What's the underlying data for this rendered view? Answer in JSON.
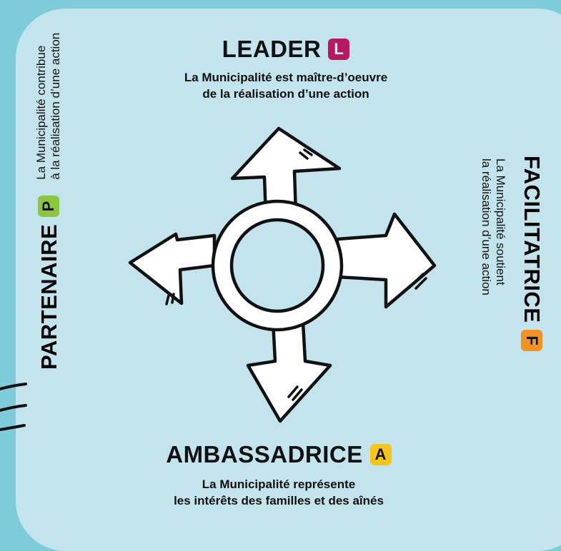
{
  "leader": {
    "title": "LEADER",
    "badge": "L",
    "badge_color": "#b5195f",
    "line1": "La Municipalité est maître-d’oeuvre",
    "line2": "de la réalisation d’une action"
  },
  "ambassadrice": {
    "title": "AMBASSADRICE",
    "badge": "A",
    "badge_color": "#f5c51a",
    "line1": "La Municipalité représente",
    "line2": "les intérêts des familles et des aînés"
  },
  "partenaire": {
    "title": "PARTENAIRE",
    "badge": "P",
    "badge_color": "#8cc63f",
    "line1": "La Municipalité contribue",
    "line2": "à la réalisation d’une action"
  },
  "facilitatrice": {
    "title": "FACILITATRICE",
    "badge": "F",
    "badge_color": "#f29222",
    "line1": "La Municipalité soutient",
    "line2": "la réalisation d’une action"
  },
  "colors": {
    "background": "#7ecbd9",
    "card": "#c3e4ec",
    "arrow_fill": "#ffffff",
    "outline": "#111111"
  },
  "icons": [
    "four-way-arrow-icon",
    "circle-icon"
  ]
}
